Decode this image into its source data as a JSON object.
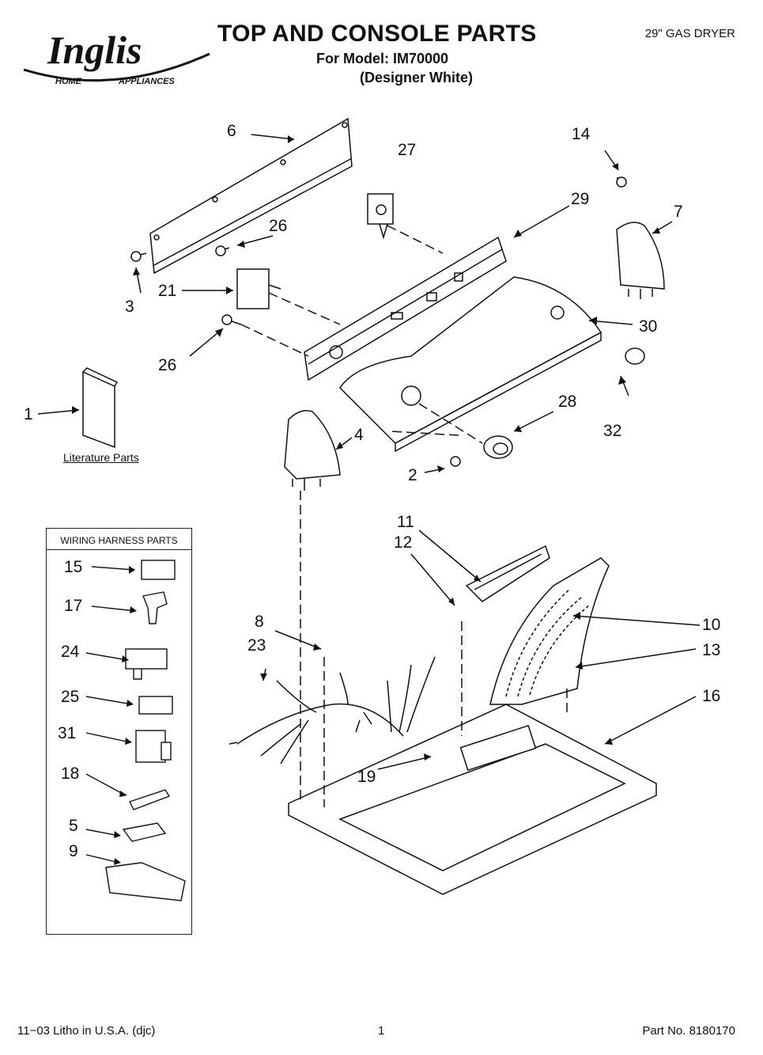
{
  "header": {
    "brand": "Inglis",
    "brand_tagline_left": "HOME",
    "brand_tagline_right": "APPLIANCES",
    "title": "TOP AND CONSOLE PARTS",
    "model_line": "For Model: IM70000",
    "color_line": "(Designer White)",
    "product_type": "29\" GAS DRYER"
  },
  "literature_label": "Literature Parts",
  "harness_title": "WIRING HARNESS PARTS",
  "callouts": {
    "c6": "6",
    "c27": "27",
    "c14": "14",
    "c29": "29",
    "c7": "7",
    "c26a": "26",
    "c3": "3",
    "c21": "21",
    "c30": "30",
    "c26b": "26",
    "c32": "32",
    "c28": "28",
    "c1": "1",
    "c4": "4",
    "c2": "2",
    "c11": "11",
    "c12": "12",
    "c8": "8",
    "c10": "10",
    "c23": "23",
    "c13": "13",
    "c16": "16",
    "c19": "19"
  },
  "harness_callouts": [
    "15",
    "17",
    "24",
    "25",
    "31",
    "18",
    "5",
    "9"
  ],
  "footer": {
    "litho": "11−03 Litho in U.S.A. (djc)",
    "page": "1",
    "part_no": "Part No. 8180170"
  }
}
